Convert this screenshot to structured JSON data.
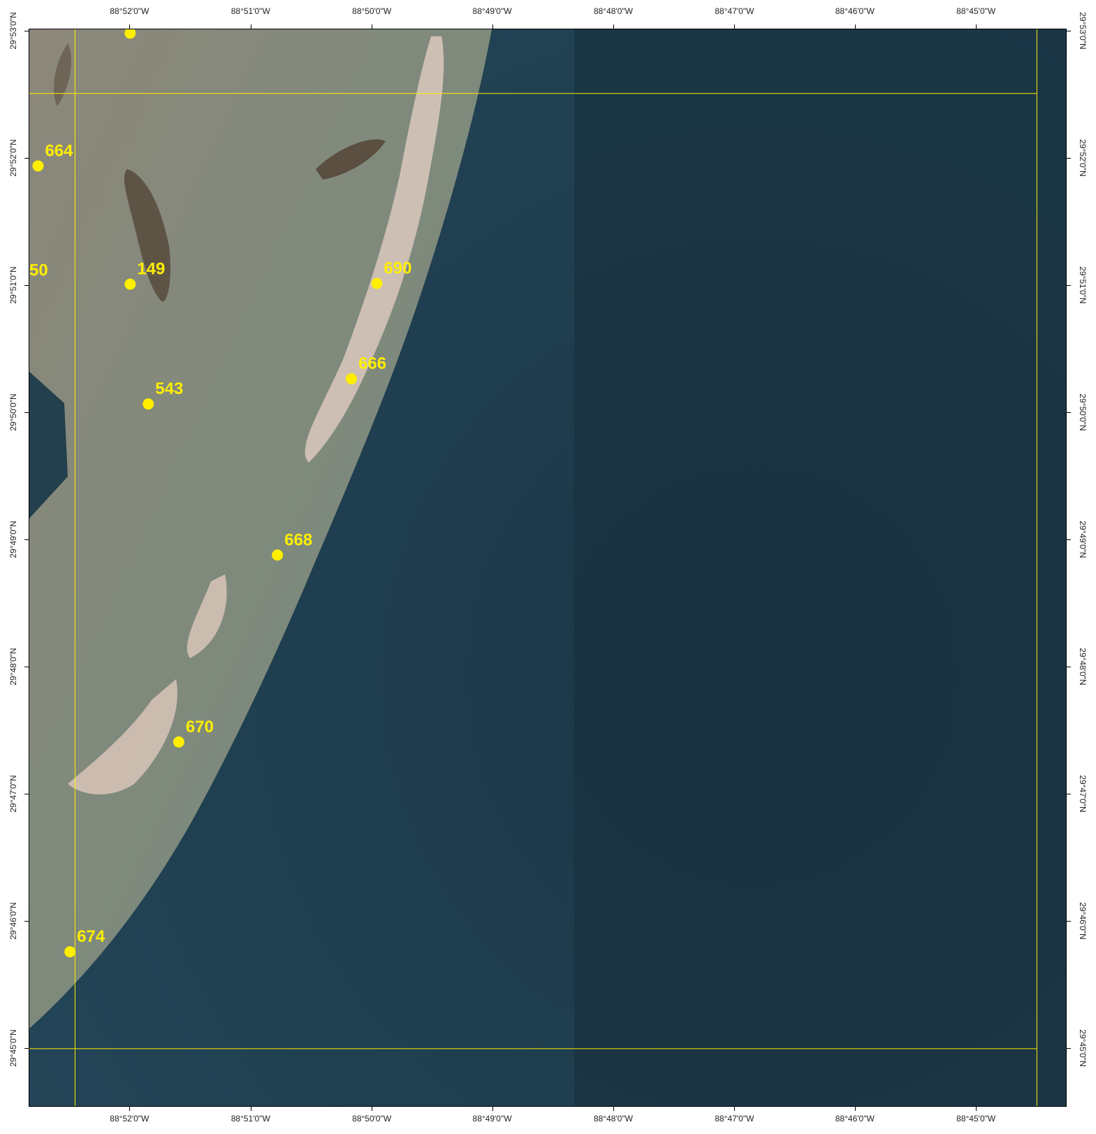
{
  "map": {
    "longitude_labels": [
      "88°52'0\"W",
      "88°51'0\"W",
      "88°50'0\"W",
      "88°49'0\"W",
      "88°48'0\"W",
      "88°47'0\"W",
      "88°46'0\"W",
      "88°45'0\"W"
    ],
    "latitude_labels": [
      "29°53'0\"N",
      "29°52'0\"N",
      "29°51'0\"N",
      "29°50'0\"N",
      "29°49'0\"N",
      "29°48'0\"N",
      "29°47'0\"N",
      "29°46'0\"N",
      "29°45'0\"N"
    ],
    "extent": {
      "lon_min": -88.8806,
      "lon_max": -88.7375,
      "lat_min": 29.7423,
      "lat_max": 29.8836
    },
    "points": [
      {
        "label": "664",
        "lon": -88.8794,
        "lat": 29.8657
      },
      {
        "label": "149",
        "lon": -88.8667,
        "lat": 29.8502
      },
      {
        "label": "50",
        "lon": -88.88,
        "lat": 29.8502
      },
      {
        "label": "690",
        "lon": -88.8327,
        "lat": 29.8503
      },
      {
        "label": "666",
        "lon": -88.8362,
        "lat": 29.8378
      },
      {
        "label": "543",
        "lon": -88.8642,
        "lat": 29.8345
      },
      {
        "label": "668",
        "lon": -88.8464,
        "lat": 29.8147
      },
      {
        "label": "670",
        "lon": -88.86,
        "lat": 29.7902
      },
      {
        "label": "674",
        "lon": -88.875,
        "lat": 29.7627
      },
      {
        "label": "",
        "lon": -88.8667,
        "lat": 29.8831
      }
    ],
    "grid_lines": {
      "lon": [
        -88.8743,
        -88.7417
      ],
      "lat": [
        29.8752,
        29.75
      ]
    },
    "colors": {
      "water": "#1e3c4f",
      "shallow": "#8a8575",
      "island": "#d9c7bc",
      "marker": "#ffee00",
      "grid": "#ffee00",
      "frame": "#000000"
    }
  }
}
